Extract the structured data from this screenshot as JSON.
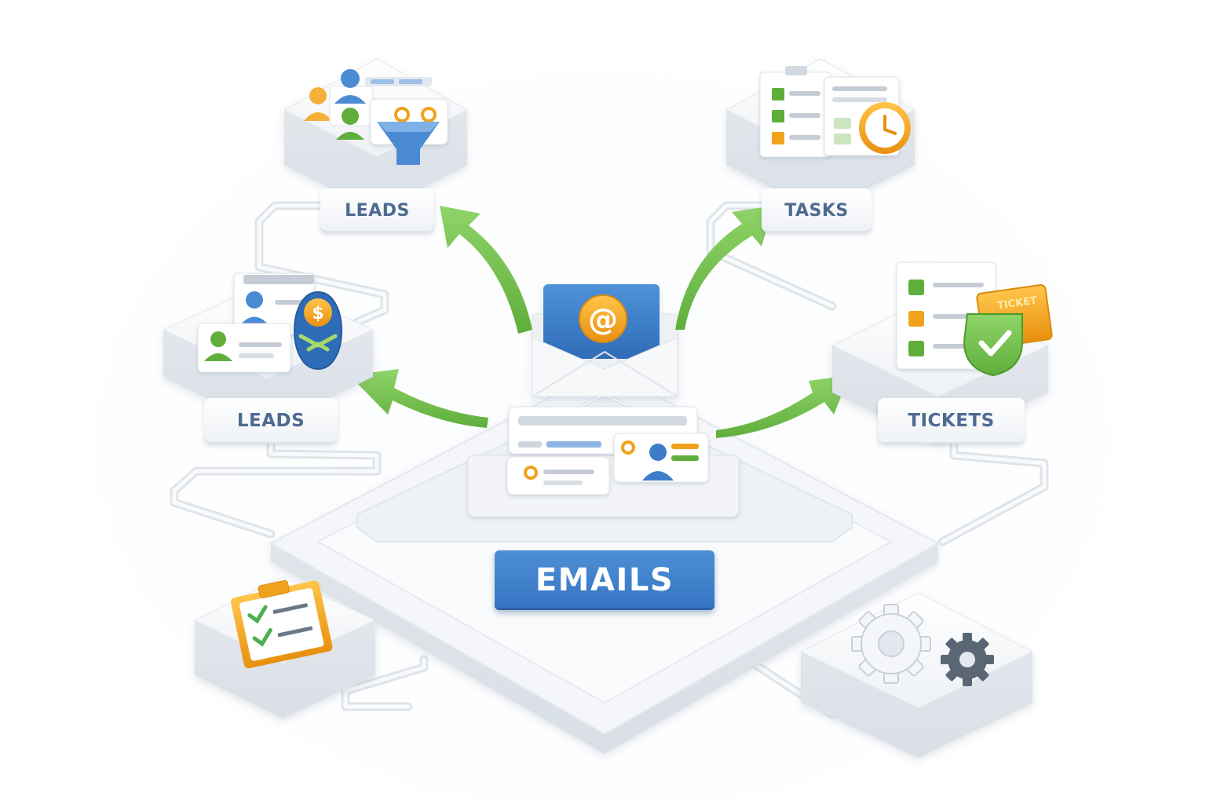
{
  "diagram": {
    "hub": {
      "label": "EMAILS",
      "icon": "at-sign-envelope-icon"
    },
    "nodes": [
      {
        "id": "leads-top",
        "label": "LEADS",
        "icon": "contacts-funnel-icon"
      },
      {
        "id": "tasks",
        "label": "TASKS",
        "icon": "checklist-clock-icon"
      },
      {
        "id": "leads-mid",
        "label": "LEADS",
        "icon": "contact-cards-money-icon"
      },
      {
        "id": "tickets",
        "label": "TICKETS",
        "icon": "ticket-shield-icon"
      },
      {
        "id": "clipboard",
        "label": "",
        "icon": "clipboard-checklist-icon"
      },
      {
        "id": "settings",
        "label": "",
        "icon": "gears-icon"
      }
    ],
    "ticket_stamp_text": "TICKET",
    "at_symbol": "@",
    "dollar_symbol": "$"
  },
  "colors": {
    "accent_blue": "#3a7bc8",
    "arrow_green": "#7cc35a",
    "check_green": "#4caf50",
    "accent_orange": "#f0a21c",
    "label_text": "#4e6a90",
    "platform": "#f2f4f7"
  }
}
